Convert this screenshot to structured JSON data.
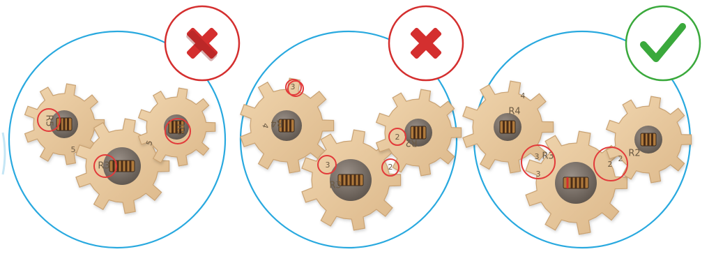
{
  "colors": {
    "panel_border": "#29a9df",
    "wrong_badge": "#d42f2f",
    "right_badge": "#3aa93c",
    "wood": "#e8c9a0",
    "wood_edge": "#c9a273",
    "hub": "#7c7268",
    "marker": "#e23a3a"
  },
  "panels": [
    {
      "verdict": "incorrect",
      "badge_icon": "red-x-icon",
      "gears": [
        {
          "label": "R5"
        },
        {
          "label": "R3"
        },
        {
          "label": "R5"
        }
      ],
      "numbers": [
        {
          "text": "5"
        },
        {
          "text": "5"
        }
      ]
    },
    {
      "verdict": "incorrect",
      "badge_icon": "red-x-icon",
      "gears": [
        {
          "label": "R4"
        },
        {
          "label": "R3"
        },
        {
          "label": "R2"
        }
      ],
      "numbers": [
        {
          "text": "3"
        },
        {
          "text": "4"
        },
        {
          "text": "3"
        },
        {
          "text": "2"
        },
        {
          "text": "2"
        }
      ]
    },
    {
      "verdict": "correct",
      "badge_icon": "green-check-icon",
      "gears": [
        {
          "label": "R4"
        },
        {
          "label": "R3"
        },
        {
          "label": "R2"
        }
      ],
      "numbers": [
        {
          "text": "4"
        },
        {
          "text": "3"
        },
        {
          "text": "3"
        },
        {
          "text": "2"
        },
        {
          "text": "2"
        }
      ]
    }
  ]
}
